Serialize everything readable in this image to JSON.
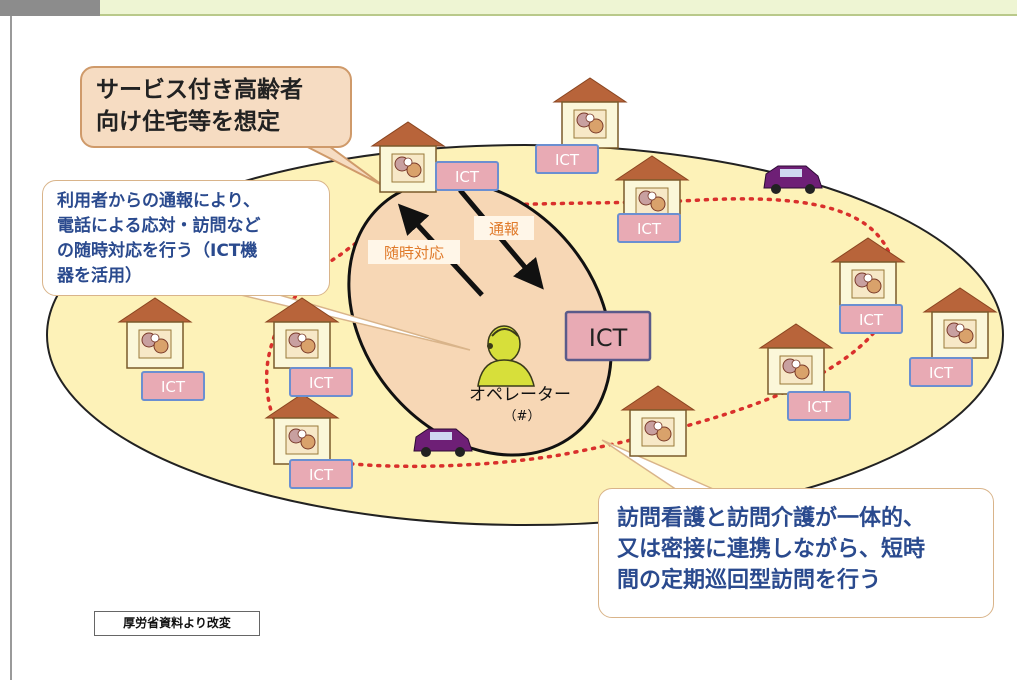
{
  "header": {
    "left_band": "",
    "right_band": ""
  },
  "callouts": {
    "housing": "サービス付き高齢者\n向け住宅等を想定",
    "response": "利用者からの通報により、\n電話による応対・訪問など\nの随時対応を行う（ICT機\n器を活用）",
    "visit": "訪問看護と訪問介護が一体的、\n又は密接に連携しながら、短時\n間の定期巡回型訪問を行う"
  },
  "labels": {
    "ict": "ICT",
    "ict_large": "ICT",
    "tsuho": "通報",
    "zuiji": "随時対応",
    "operator": "オペレーター",
    "operator_note": "（#）"
  },
  "source_note": "厚労省資料より改変",
  "colors": {
    "outer_ellipse": "#fdf2b8",
    "ict_box": "#e8aab4",
    "ict_border": "#6b8fd1",
    "roof": "#b8643a",
    "house_wall": "#fbf7d9",
    "route_dots": "#d9302c",
    "operator_ellipse": "#f7d7b5"
  }
}
